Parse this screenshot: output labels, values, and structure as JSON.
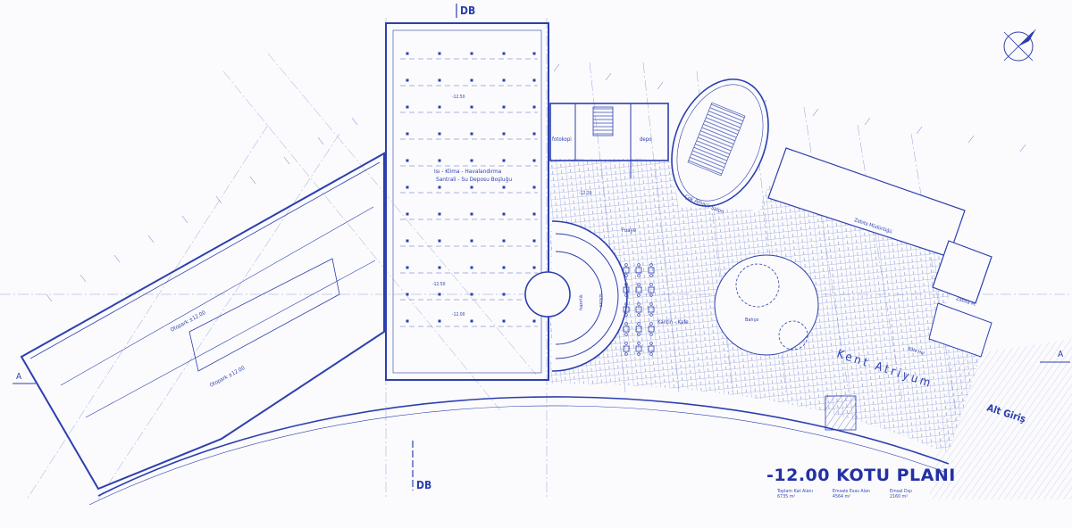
{
  "title": "-12.00 KOTU PLANI",
  "section_mark_top": "DB",
  "section_mark_bottom": "DB",
  "section_mark_left": "A",
  "section_mark_right": "A",
  "rooms": {
    "mechanical_1": "Isı - Klima - Havalandırma",
    "mechanical_2": "Santrali - Su Deposu Boşluğu",
    "parking_a": "Otopark ±12.00",
    "parking_b": "Otopark ±12.00",
    "fotokopi": "fotokopi",
    "depo": "depo",
    "fuaye": "Fuaye",
    "hall": "Çok Amaçlı Salon",
    "kantin": "Kantin - Kafe",
    "bahce": "Bahçe",
    "hazirlik": "hazırlık",
    "servis": "servis",
    "zabita_mud": "Zabıta Müdürlüğü",
    "zabita_m": "Zabıta M.",
    "kent_atriyum": "Kent Atriyum",
    "alt_giris": "Alt Giriş",
    "kiosk": "Büfe Hol"
  },
  "levels": {
    "lv1": "-12.50",
    "lv2": "-12.00",
    "lv3": "-12.20",
    "lv4": "-12.50"
  },
  "stats": {
    "toplam_label": "Toplam Kat Alanı",
    "toplam_value": "6735 m²",
    "emsale_label": "Emsale Esas Alan",
    "emsale_value": "4564 m²",
    "emsal_disi_label": "Emsal Dışı",
    "emsal_disi_value": "2160 m²"
  },
  "colors": {
    "line": "#2c3fae",
    "paper": "#fbfbfd"
  }
}
